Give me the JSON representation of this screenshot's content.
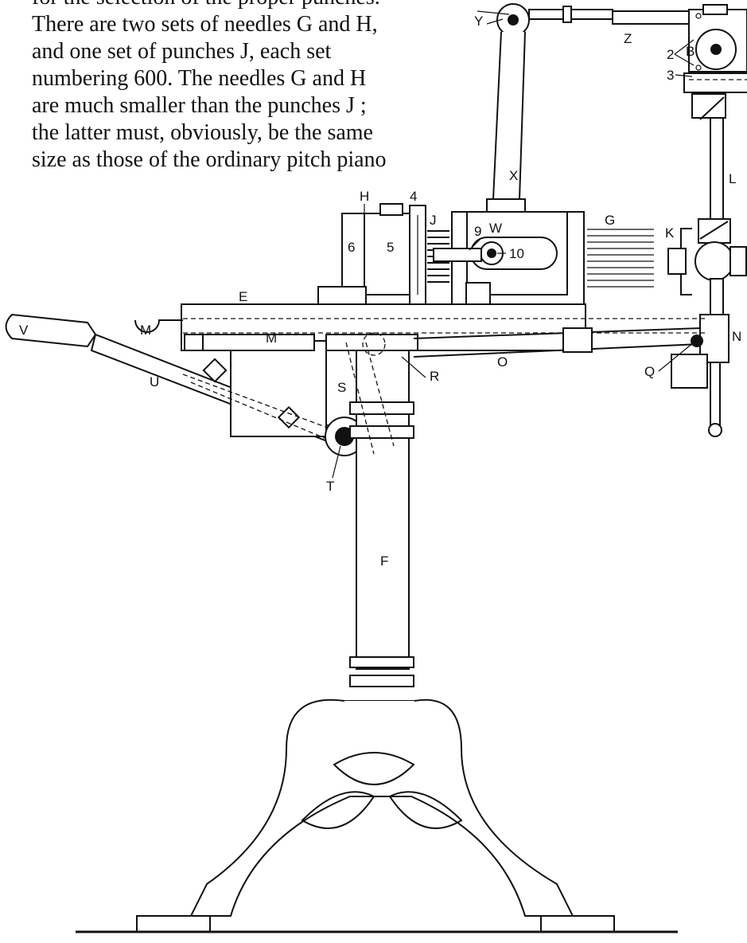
{
  "text": {
    "lines": [
      "for the selection of the proper punches.",
      "There are two sets of needles G and H,",
      "and one set of punches J, each set",
      "numbering 600.  The needles G and H",
      "are much smaller than the punches J ;",
      "the latter must, obviously, be the same",
      "size as those of the ordinary pitch piano"
    ]
  },
  "labels": {
    "Y": "Y",
    "Z": "Z",
    "B": "B",
    "n2": "2",
    "n3": "3",
    "X": "X",
    "L": "L",
    "H": "H",
    "n4": "4",
    "J": "J",
    "n9": "9",
    "W": "W",
    "G": "G",
    "n6": "6",
    "n5": "5",
    "n10": "10",
    "K": "K",
    "E": "E",
    "V": "V",
    "M1": "M",
    "M2": "M",
    "N": "N",
    "R": "R",
    "O": "O",
    "Q": "Q",
    "U": "U",
    "S": "S",
    "T": "T",
    "F": "F"
  }
}
